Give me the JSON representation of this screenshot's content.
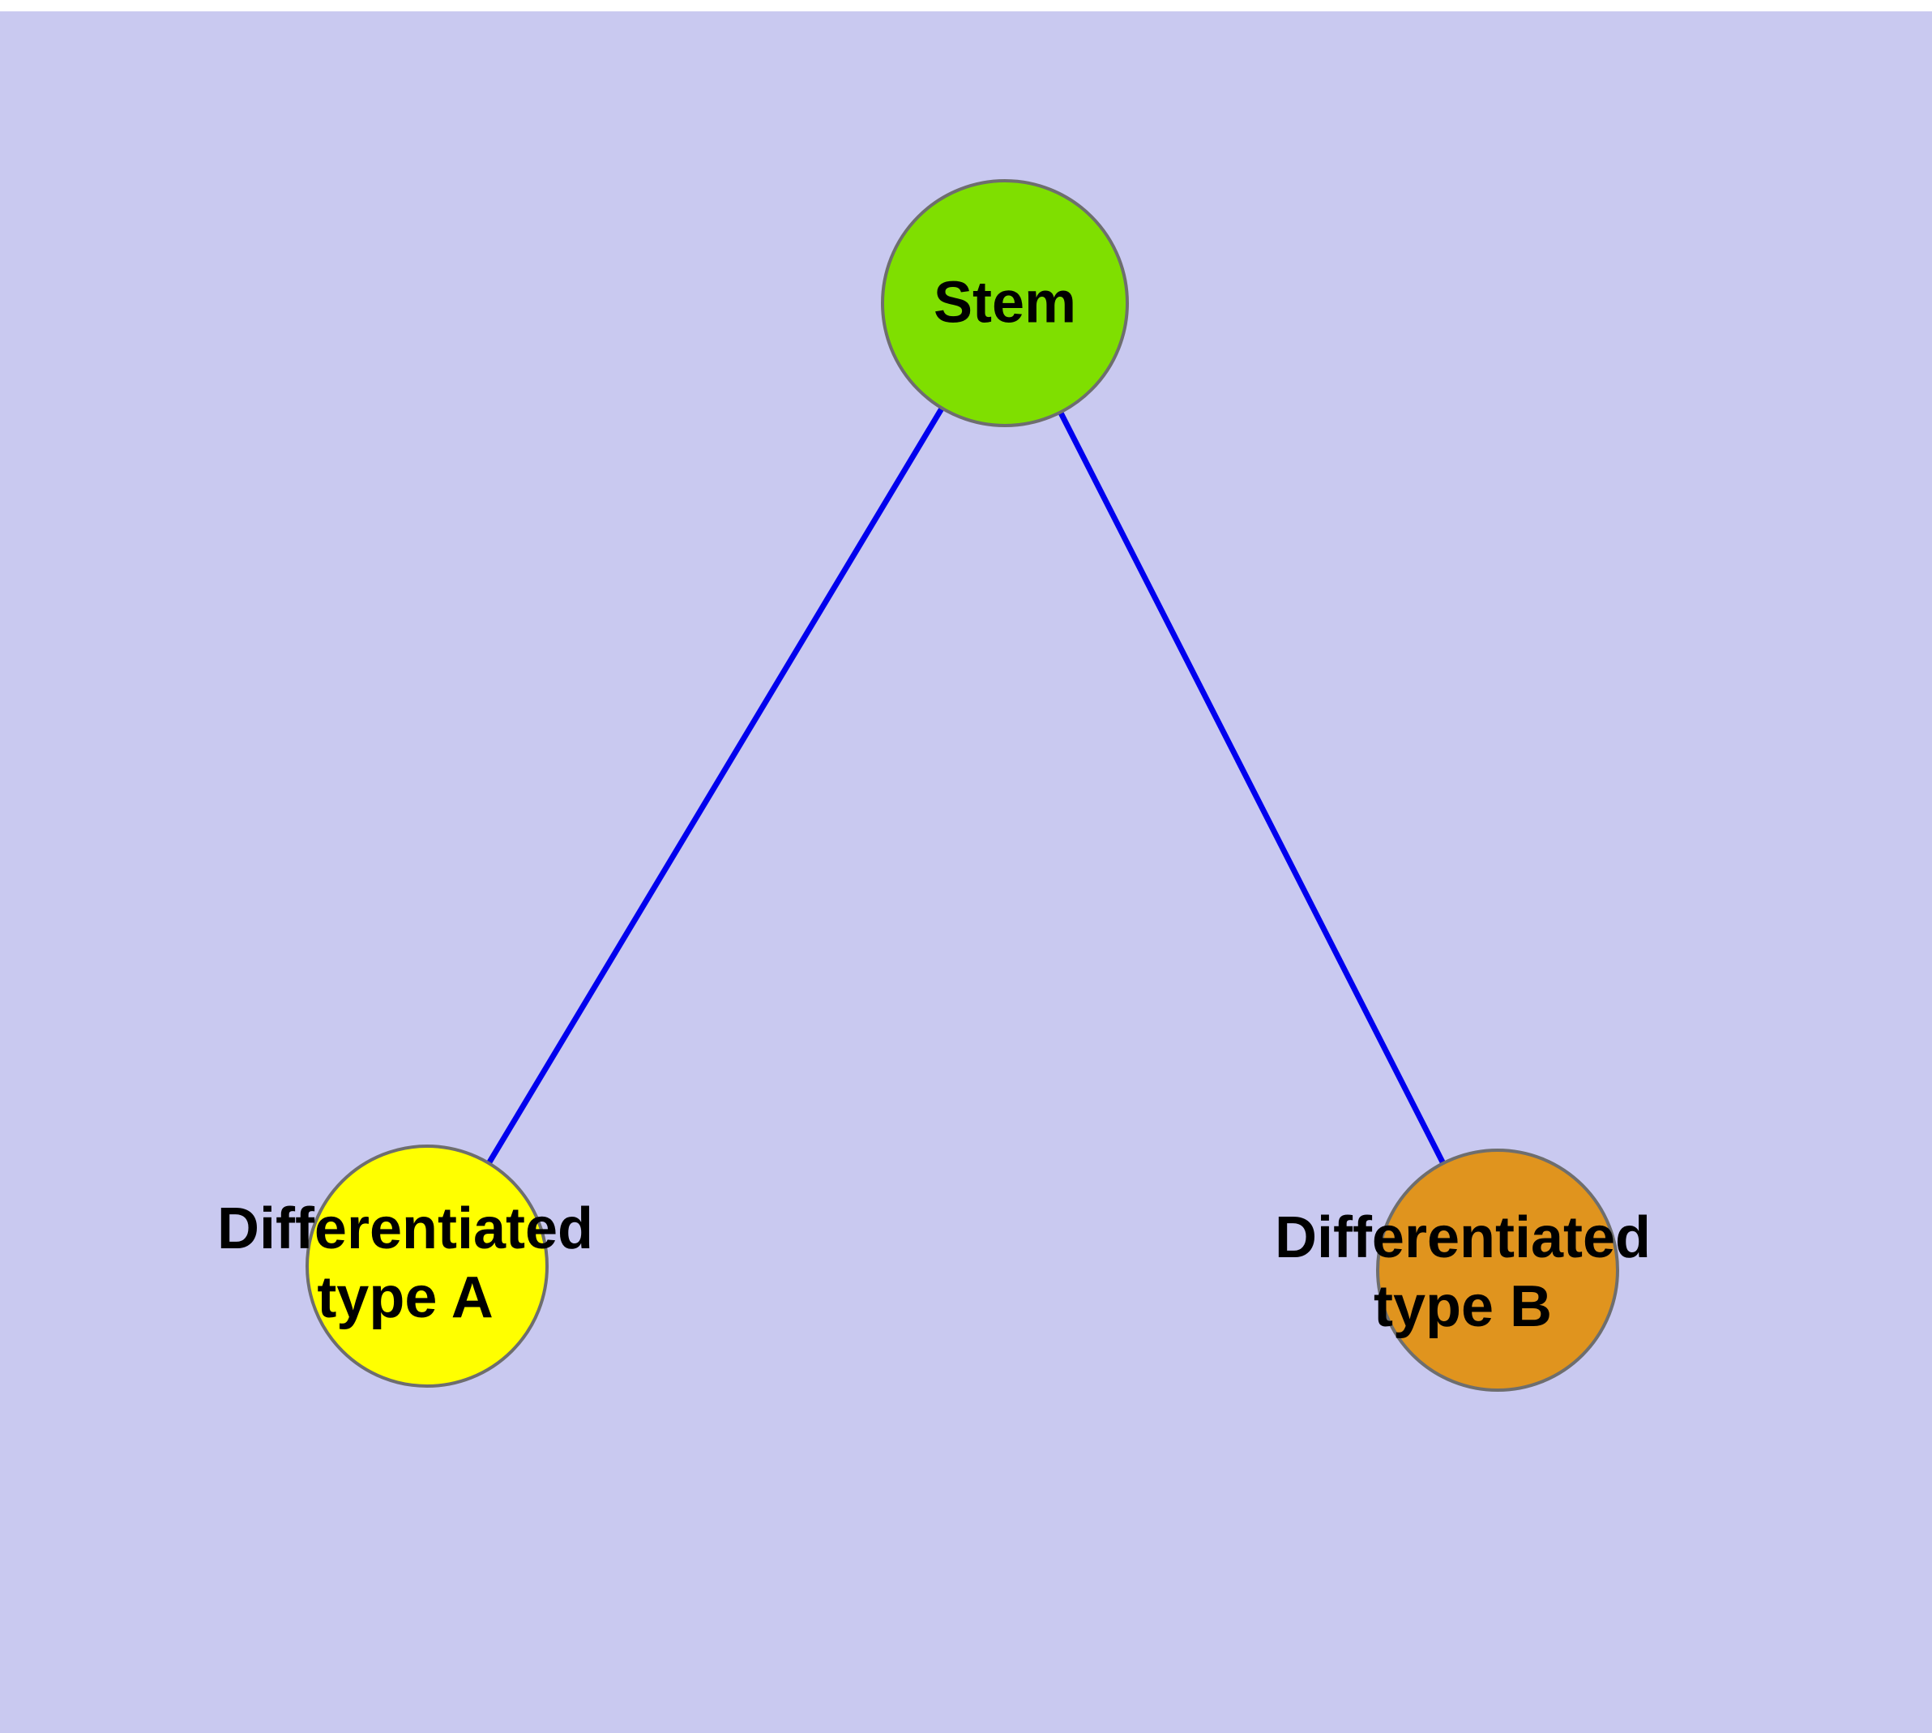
{
  "diagram": {
    "background_color": "#c9c9f0",
    "edge_color": "#0000ee",
    "node_border_color": "#6e6e6e",
    "label_color": "#000000",
    "nodes": [
      {
        "id": "stem",
        "label": "Stem",
        "fill": "#7fdf00"
      },
      {
        "id": "differentiated-type-a",
        "label": "Differentiated\ntype A",
        "fill": "#ffff00"
      },
      {
        "id": "differentiated-type-b",
        "label": "Differentiated\ntype B",
        "fill": "#e0941e"
      }
    ],
    "edges": [
      {
        "from": "stem",
        "to": "differentiated-type-a"
      },
      {
        "from": "stem",
        "to": "differentiated-type-b"
      }
    ]
  }
}
